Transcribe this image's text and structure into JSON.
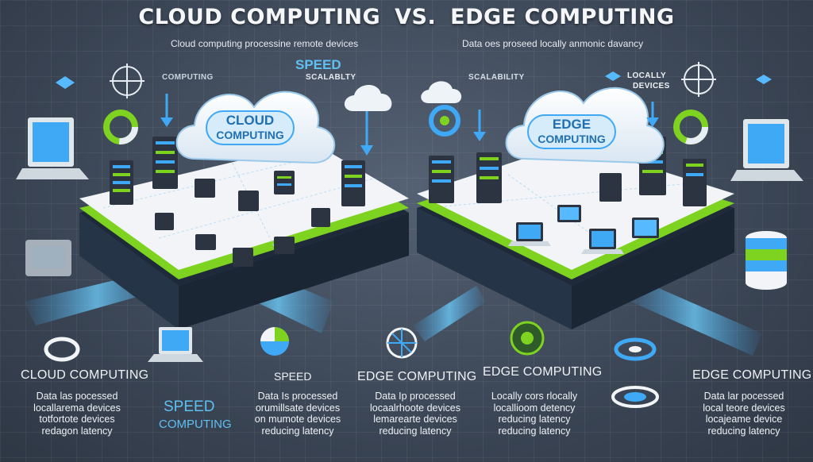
{
  "title": {
    "left": "CLOUD COMPUTING",
    "vs": "VS.",
    "right": "EDGE COMPUTING"
  },
  "subtitles": {
    "left": "Cloud computing processine remote devices",
    "right": "Data oes proseed locally anmonic davancy"
  },
  "callouts": {
    "computing_left": "COMPUTING",
    "speed": "SPEED",
    "scalability": "SCALABLTY",
    "scalability_right": "SCALABILITY",
    "locally_devices": [
      "LOCALLY",
      "DEVICES"
    ]
  },
  "clouds": {
    "left": [
      "CLOUD",
      "COMPUTING"
    ],
    "right": [
      "EDGE",
      "COMPUTING"
    ]
  },
  "bottom": {
    "col1": {
      "heading": "CLOUD COMPUTING",
      "lines": [
        "Data las pocessed",
        "locallarema devices",
        "totfortote devices",
        "redagon latency"
      ]
    },
    "col2": {
      "heading": "SPEED",
      "sub": [
        "SPEED",
        "COMPUTING"
      ]
    },
    "col3": {
      "lines": [
        "Data Is processed",
        "orumillsate devices",
        "on mumote devices",
        "reducing latency"
      ]
    },
    "col4": {
      "heading": "EDGE COMPUTING",
      "lines": [
        "Data Ip processed",
        "locaalrhoote devices",
        "lemarearte devices",
        "reducing latency"
      ]
    },
    "col5": {
      "heading": "EDGE COMPUTING",
      "lines": [
        "Locally cors rlocally",
        "locallioom detency",
        "reducing latency",
        "reducing latency"
      ]
    },
    "col6": {
      "heading": "EDGE COMPUTING",
      "lines": [
        "Data lar pocessed",
        "local teore devices",
        "locajeame device",
        "reducing latency"
      ]
    }
  },
  "colors": {
    "background": "#3d4858",
    "accent_green": "#7ed321",
    "accent_blue": "#3fa9f5",
    "cloud_text": "#1f6fb2",
    "platform_top": "#f2f4f7",
    "server_dark": "#2b3440"
  },
  "icons": [
    "compass-icon",
    "cube-icon",
    "laptop-icon",
    "pie-chart-icon",
    "cloud-icon",
    "server-rack-icon",
    "database-stack-icon",
    "ring-icon",
    "fan-icon",
    "globe-icon",
    "arrow-down-icon"
  ]
}
